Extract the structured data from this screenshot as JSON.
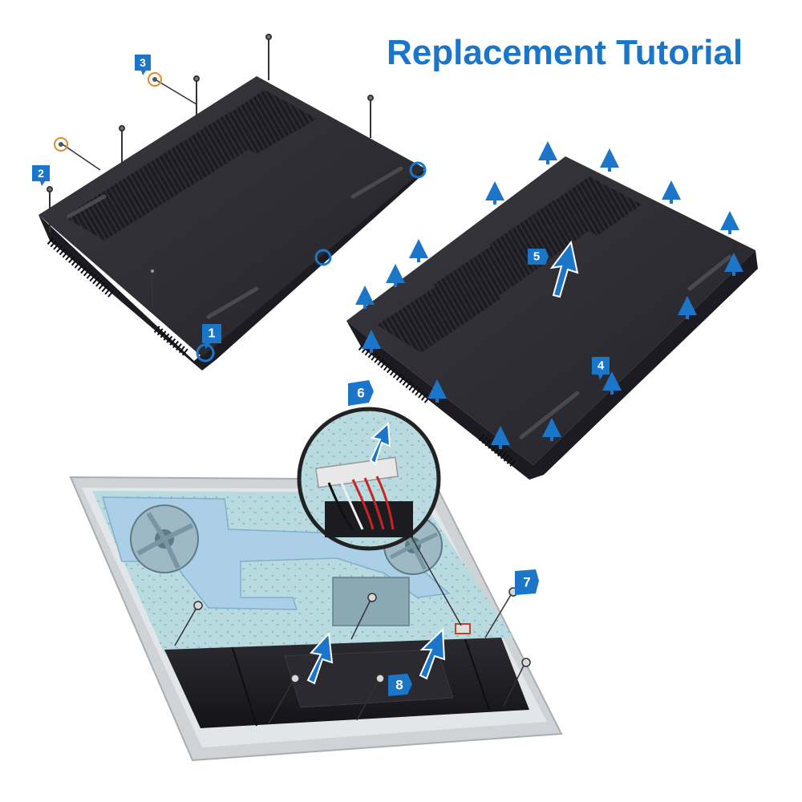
{
  "title": "Replacement Tutorial",
  "colors": {
    "accent": "#1b76c9",
    "laptop_base": "#2b2a31",
    "laptop_edge": "#1c1b21",
    "battery": "#1f1f24",
    "chassis": "#cfd3d6",
    "heatpipe": "#aacfe6"
  },
  "steps": [
    {
      "label": "1"
    },
    {
      "label": "2"
    },
    {
      "label": "3"
    },
    {
      "label": "4"
    },
    {
      "label": "5"
    },
    {
      "label": "6"
    },
    {
      "label": "7"
    },
    {
      "label": "8"
    }
  ],
  "panels": [
    {
      "name": "remove-screws",
      "icons": [
        "screw-icon",
        "screw-icon-circled"
      ]
    },
    {
      "name": "lift-base-cover",
      "icons": [
        "up-arrow-icon"
      ]
    },
    {
      "name": "remove-battery",
      "icons": [
        "battery-connector-icon",
        "fan-icon",
        "heat-pipe-icon"
      ]
    }
  ]
}
